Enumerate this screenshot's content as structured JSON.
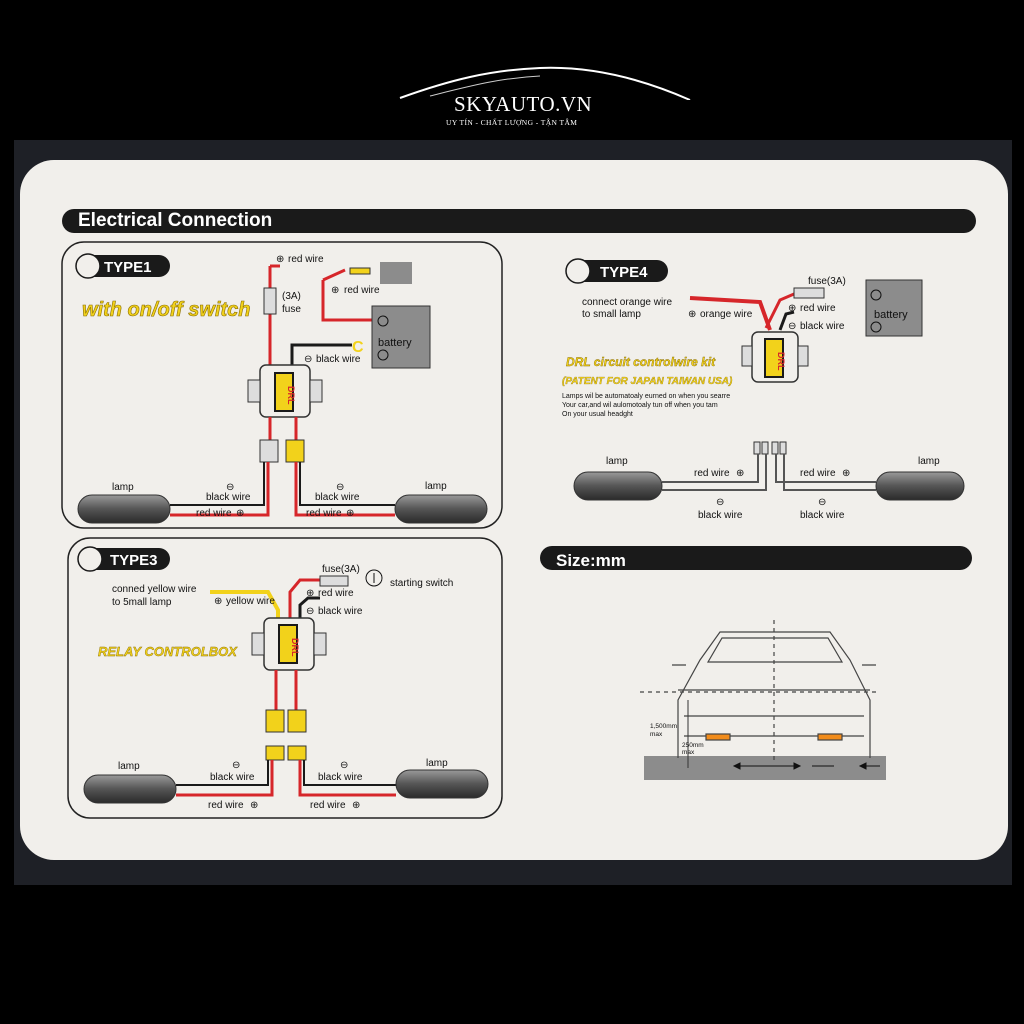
{
  "brand": {
    "name": "SKYAUTO.VN",
    "tagline": "UY TÍN - CHẤT LƯỢNG - TẬN TÂM"
  },
  "heading": "Electrical Connection",
  "size_heading": "Size:mm",
  "common": {
    "lamp": "lamp",
    "black_wire": "black wire",
    "red_wire": "red wire",
    "battery": "battery",
    "drl": "DRL",
    "fuse_3a": "fuse(3A)"
  },
  "type1": {
    "title": "TYPE1",
    "subtitle": "with on/off switch",
    "fuse_line1": "(3A)",
    "fuse_line2": "fuse",
    "red_wire_top": "red wire",
    "red_wire_mid": "red wire",
    "black_wire": "black wire"
  },
  "type3": {
    "title": "TYPE3",
    "note_line1": "conned yellow wire",
    "note_line2": "to 5mall lamp",
    "yellow_wire": "yellow wire",
    "red_wire": "red wire",
    "black_wire": "black wire",
    "starting_switch": "starting switch",
    "relay_label": "RELAY CONTROLBOX"
  },
  "type4": {
    "title": "TYPE4",
    "note_line1": "connect orange wire",
    "note_line2": "to small lamp",
    "orange_wire": "orange wire",
    "red_wire": "red wire",
    "black_wire": "black wire",
    "kit_title": "DRL circuit controlwire kit",
    "kit_patent": "(PATENT FOR JAPAN TAIWAN USA)",
    "desc_line1": "Lamps wil be automatoaly eurned on when you searre",
    "desc_line2": "Your car,and wil aulomotoaly tun off when you tam",
    "desc_line3": "On your usual headght"
  },
  "size": {
    "height_label1": "1,500mm",
    "height_label2": "max",
    "width_label1": "250mm",
    "width_label2": "max"
  },
  "colors": {
    "red_wire": "#d6262a",
    "black_wire": "#1a1a1a",
    "yellow": "#f2d21b",
    "orange": "#f28c1b",
    "box_gray": "#8c8c8c",
    "panel_bg": "#f1efeb"
  }
}
